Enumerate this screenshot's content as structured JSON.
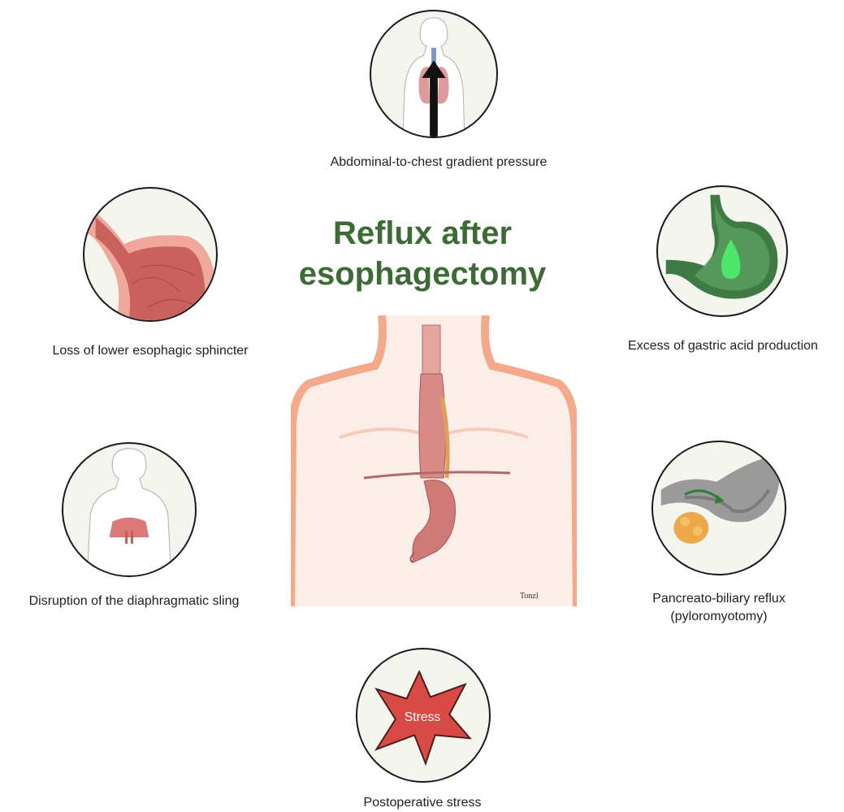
{
  "title": {
    "line1": "Reflux after",
    "line2": "esophagectomy"
  },
  "factors": {
    "top": {
      "label": "Abdominal-to-chest gradient pressure",
      "icon": "thorax-pressure-icon"
    },
    "upper_left": {
      "label": "Loss of lower esophagic sphincter",
      "icon": "esophageal-sphincter-icon"
    },
    "upper_right": {
      "label": "Excess of gastric acid production",
      "icon": "stomach-acid-icon"
    },
    "lower_left": {
      "label": "Disruption of the diaphragmatic sling",
      "icon": "diaphragm-icon"
    },
    "lower_right": {
      "line1": "Pancreato-biliary reflux",
      "line2": "(pyloromyotomy)",
      "icon": "pancreas-duodenum-icon"
    },
    "bottom": {
      "label": "Postoperative stress",
      "badge": "Stress",
      "icon": "stress-burst-icon"
    }
  },
  "center": {
    "signature": "Tonzl"
  },
  "colors": {
    "title": "#3d6b35",
    "flesh": "#f3a98a",
    "esophagus": "#d98a86",
    "acid": "#4ad66a",
    "stress": "#d94a45"
  }
}
